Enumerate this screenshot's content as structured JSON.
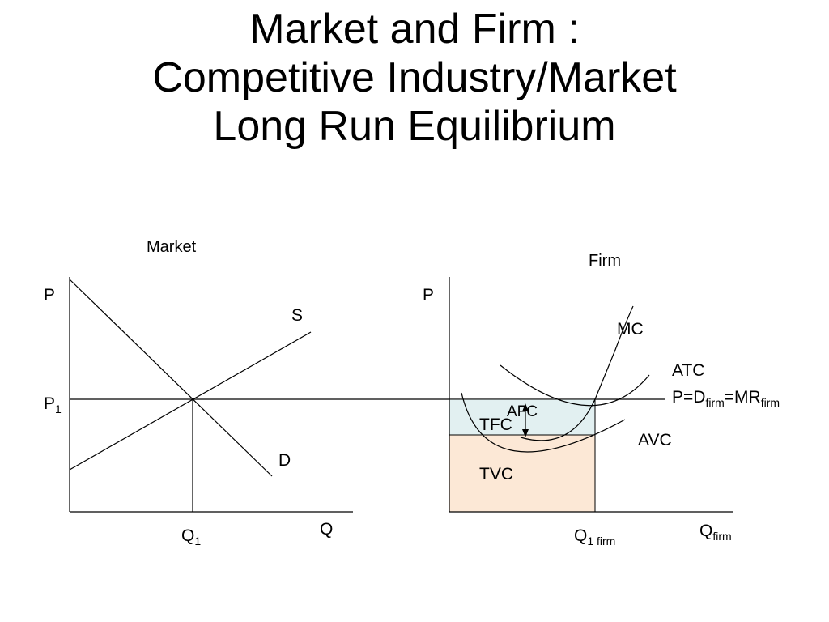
{
  "title": {
    "line1": "Market and Firm :",
    "line2": "Competitive Industry/Market",
    "line3": "Long Run Equilibrium"
  },
  "market": {
    "label": "Market",
    "y_axis": "P",
    "x_axis": "Q",
    "price_label": "P",
    "price_sub": "1",
    "quantity_label": "Q",
    "quantity_sub": "1",
    "supply_label": "S",
    "demand_label": "D"
  },
  "firm": {
    "label": "Firm",
    "y_axis": "P",
    "x_axis_main": "Q",
    "x_axis_sub": "firm",
    "quantity_label": "Q",
    "quantity_sub": "1 firm",
    "mc_label": "MC",
    "atc_label": "ATC",
    "avc_label": "AVC",
    "demand_label_p": "P=D",
    "demand_sub1": "firm",
    "demand_mid": "=MR",
    "demand_sub2": "firm",
    "afc_label": "AFC",
    "tfc_label": "TFC",
    "tvc_label": "TVC"
  },
  "colors": {
    "tfc_fill": "#e2f0f1",
    "tvc_fill": "#fce8d6",
    "line": "#000000"
  }
}
